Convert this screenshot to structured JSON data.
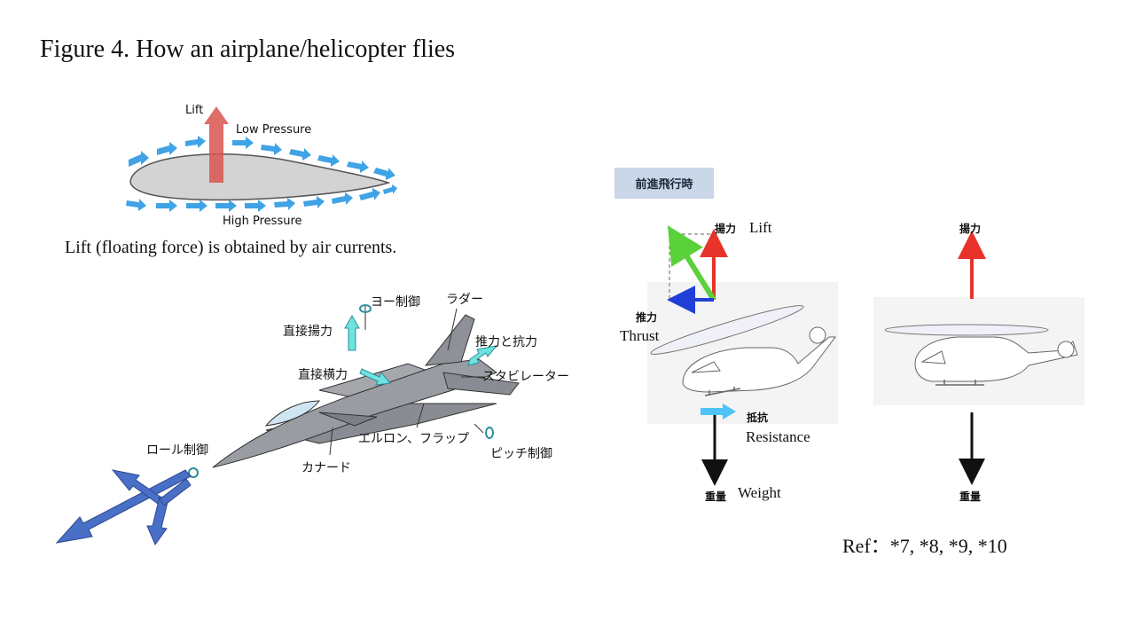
{
  "title": "Figure 4. How an airplane/helicopter flies",
  "airfoil": {
    "lift_label": "Lift",
    "low_pressure": "Low Pressure",
    "high_pressure": "High Pressure",
    "caption": "Lift (floating force) is obtained by air currents."
  },
  "jet": {
    "yaw": "ヨー制御",
    "rudder": "ラダー",
    "direct_lift": "直接揚力",
    "thrust_drag": "推力と抗力",
    "direct_side": "直接横力",
    "stabilator": "スタビレーター",
    "roll": "ロール制御",
    "aileron_flap": "エルロン、フラップ",
    "pitch": "ピッチ制御",
    "canard": "カナード"
  },
  "heli": {
    "tag": "前進飛行時",
    "lift_jp": "揚力",
    "lift_en": "Lift",
    "thrust_jp": "推力",
    "thrust_en": "Thrust",
    "resist_jp": "抵抗",
    "resist_en": "Resistance",
    "weight_jp": "重量",
    "weight_en": "Weight",
    "lift_jp_2": "揚力",
    "weight_jp_2": "重量"
  },
  "ref": "Ref：*7, *8, *9, *10",
  "colors": {
    "flow_arrow": "#3fa3e6",
    "lift_arrow": "#d9534f",
    "airfoil_fill": "#d3d3d3",
    "jet_body": "#9a9ca3",
    "control_arrow": "#6fe3e0",
    "axis_arrow": "#4a6fc6",
    "heli_lift": "#e8332a",
    "heli_resultant": "#5ad13a",
    "heli_thrust": "#1f3fd6",
    "heli_resistance": "#4fc3f7",
    "heli_weight": "#111111",
    "tag_bg": "#c9d7e8"
  }
}
